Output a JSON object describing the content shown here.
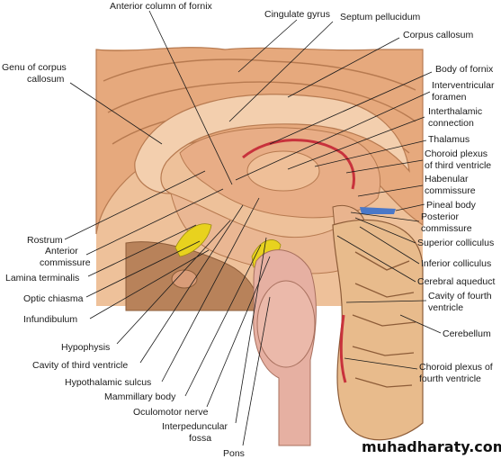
{
  "labels": {
    "anterior_column_of_fornix": "Anterior column of fornix",
    "cingulate_gyrus": "Cingulate gyrus",
    "septum_pellucidum": "Septum pellucidum",
    "corpus_callosum": "Corpus callosum",
    "genu_line1": "Genu of corpus",
    "genu_line2": "callosum",
    "body_of_fornix": "Body of fornix",
    "interventricular_line1": "Interventricular",
    "interventricular_line2": "foramen",
    "interthalamic_line1": "Interthalamic",
    "interthalamic_line2": "connection",
    "thalamus": "Thalamus",
    "choroid_third_line1": "Choroid plexus",
    "choroid_third_line2": "of third ventricle",
    "habenular_line1": "Habenular",
    "habenular_line2": "commissure",
    "pineal_body": "Pineal body",
    "posterior_line1": "Posterior",
    "posterior_line2": "commissure",
    "superior_colliculus": "Superior colliculus",
    "inferior_colliculus": "Inferior colliculus",
    "cerebral_aqueduct": "Cerebral aqueduct",
    "cavity_fourth_line1": "Cavity of fourth",
    "cavity_fourth_line2": "ventricle",
    "cerebellum": "Cerebellum",
    "choroid_fourth_line1": "Choroid plexus of",
    "choroid_fourth_line2": "fourth ventricle",
    "rostrum": "Rostrum",
    "anterior_commissure_line1": "Anterior",
    "anterior_commissure_line2": "commissure",
    "lamina_terminalis": "Lamina terminalis",
    "optic_chiasma": "Optic chiasma",
    "infundibulum": "Infundibulum",
    "hypophysis": "Hypophysis",
    "cavity_third_ventricle": "Cavity of third ventricle",
    "hypothalamic_sulcus": "Hypothalamic sulcus",
    "mammillary_body": "Mammillary body",
    "oculomotor_nerve": "Oculomotor nerve",
    "interpeduncular_line1": "Interpeduncular",
    "interpeduncular_line2": "fossa",
    "pons": "Pons"
  },
  "watermark": "muhadharaty.com",
  "colors": {
    "brain_tan": "#e8b48a",
    "brain_dark": "#c98a5c",
    "section_fill": "#f0c6a2",
    "ventricle": "#d79a70",
    "choroid_red": "#c8323c",
    "yellow": "#e8d21e",
    "pineal_blue": "#4a78c8",
    "brainstem": "#e9b0a0",
    "cerebellum": "#e6b888"
  }
}
